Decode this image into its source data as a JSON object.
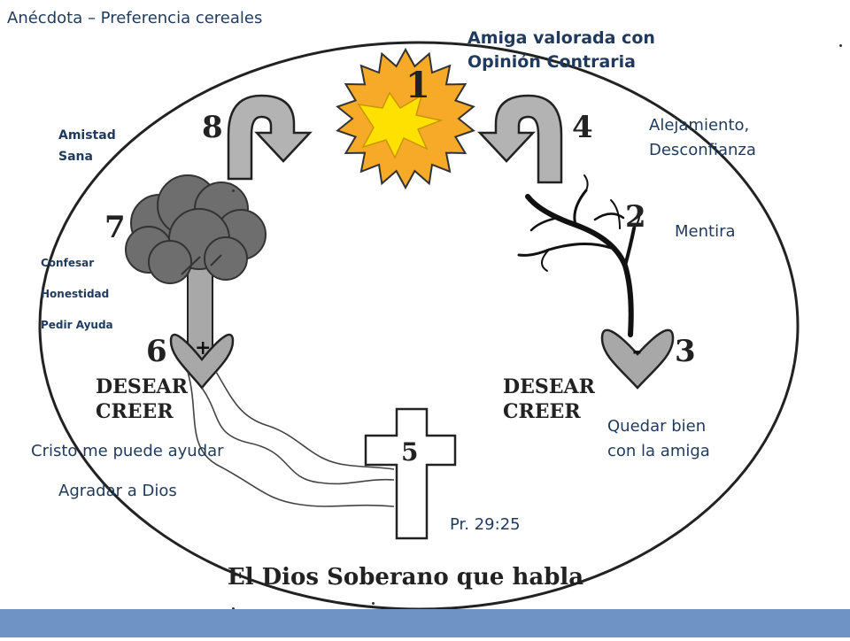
{
  "slide": {
    "title": "Anécdota – Preferencia cereales",
    "footer_color": "#6f93c4",
    "accent_blue": "#1f3a5c"
  },
  "labels": {
    "top_right": "Amiga valorada con\nOpinión Contraria",
    "left_top": "Amistad\nSana",
    "right_top": "Alejamiento,\nDesconfianza",
    "right_mid": "Mentira",
    "left_mid_items": [
      "Confesar",
      "Honestidad",
      "Pedir Ayuda"
    ],
    "left_bottom_1": "Cristo me puede ayudar",
    "left_bottom_2": "Agradar a Dios",
    "right_bottom": "Quedar bien\ncon la amiga",
    "reference": "Pr. 29:25"
  },
  "diagram": {
    "numbers": [
      "1",
      "2",
      "3",
      "4",
      "5",
      "6",
      "7",
      "8"
    ],
    "heart_left_sign": "+",
    "heart_right_sign": "-",
    "desear": "DESEAR",
    "creer": "CREER",
    "caption": "El Dios Soberano que habla"
  },
  "icons": [
    "sun-icon",
    "tree-icon",
    "dead-tree-icon",
    "heart-icon",
    "cross-icon",
    "arrow-icon"
  ]
}
